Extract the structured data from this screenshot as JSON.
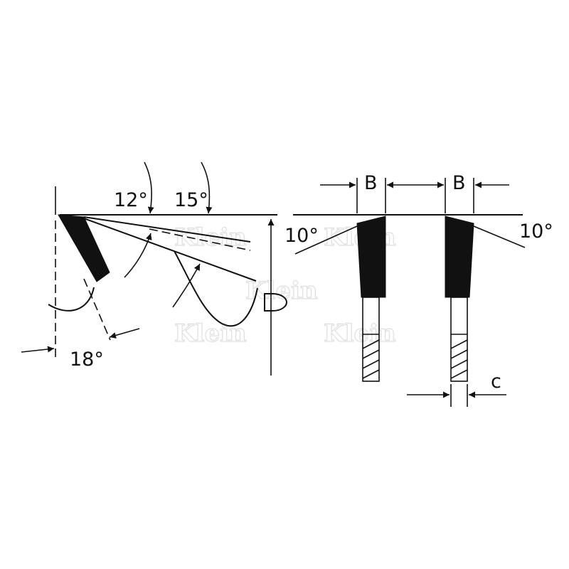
{
  "labels": {
    "hook_angle": "12°",
    "top_angle": "15°",
    "clearance_angle": "18°",
    "tooth_symbol": "D",
    "kerf_width_left": "B",
    "kerf_width_right": "B",
    "side_angle_left": "10°",
    "side_angle_right": "10°",
    "body_thickness": "c"
  },
  "watermark": "Klein",
  "colors": {
    "ink": "#111111",
    "background": "#ffffff",
    "watermark": "#d8d8d8"
  }
}
